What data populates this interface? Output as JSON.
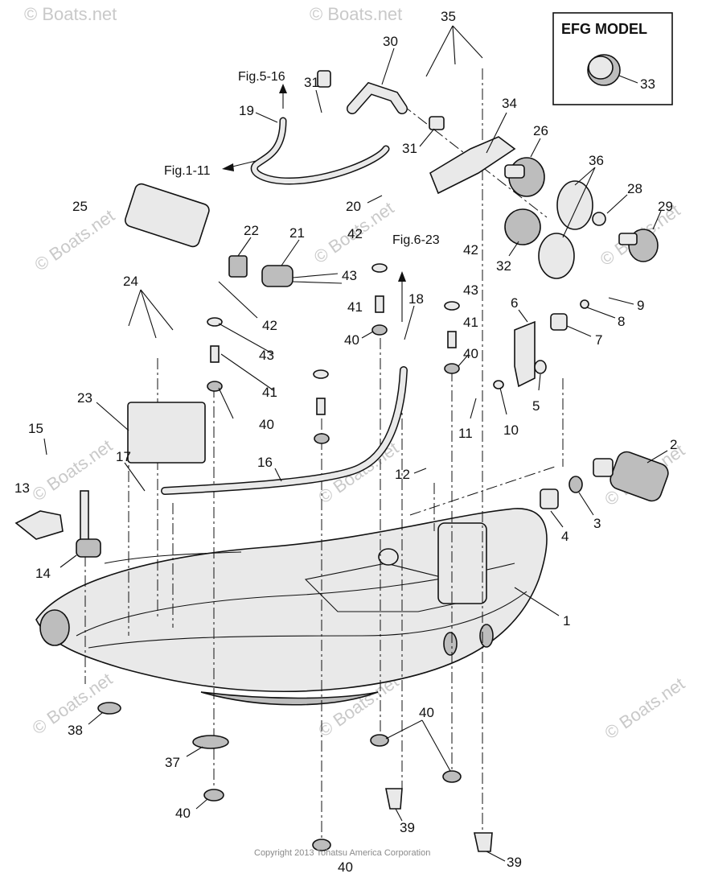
{
  "watermark": "© Boats.net",
  "efg_box": {
    "title": "EFG MODEL",
    "part": "33"
  },
  "copyright": "Copyright 2013 Tohatsu America Corporation",
  "figure_refs": {
    "fig_5_16": "Fig.5-16",
    "fig_1_11": "Fig.1-11",
    "fig_6_23": "Fig.6-23"
  },
  "callouts": {
    "c1": "1",
    "c2": "2",
    "c3": "3",
    "c4": "4",
    "c5": "5",
    "c6": "6",
    "c7": "7",
    "c8": "8",
    "c9": "9",
    "c10": "10",
    "c11": "11",
    "c12": "12",
    "c13": "13",
    "c14": "14",
    "c15": "15",
    "c16": "16",
    "c17": "17",
    "c18": "18",
    "c19": "19",
    "c20": "20",
    "c21": "21",
    "c22": "22",
    "c23": "23",
    "c24": "24",
    "c25": "25",
    "c26": "26",
    "c28": "28",
    "c29": "29",
    "c30": "30",
    "c31a": "31",
    "c31b": "31",
    "c32": "32",
    "c34": "34",
    "c35": "35",
    "c36": "36",
    "c37": "37",
    "c38": "38",
    "c39a": "39",
    "c39b": "39",
    "c40a": "40",
    "c40b": "40",
    "c40c": "40",
    "c40d": "40",
    "c40e": "40",
    "c40f": "40",
    "c41a": "41",
    "c41b": "41",
    "c41c": "41",
    "c42a": "42",
    "c42b": "42",
    "c42c": "42",
    "c43a": "43",
    "c43b": "43",
    "c43c": "43"
  }
}
